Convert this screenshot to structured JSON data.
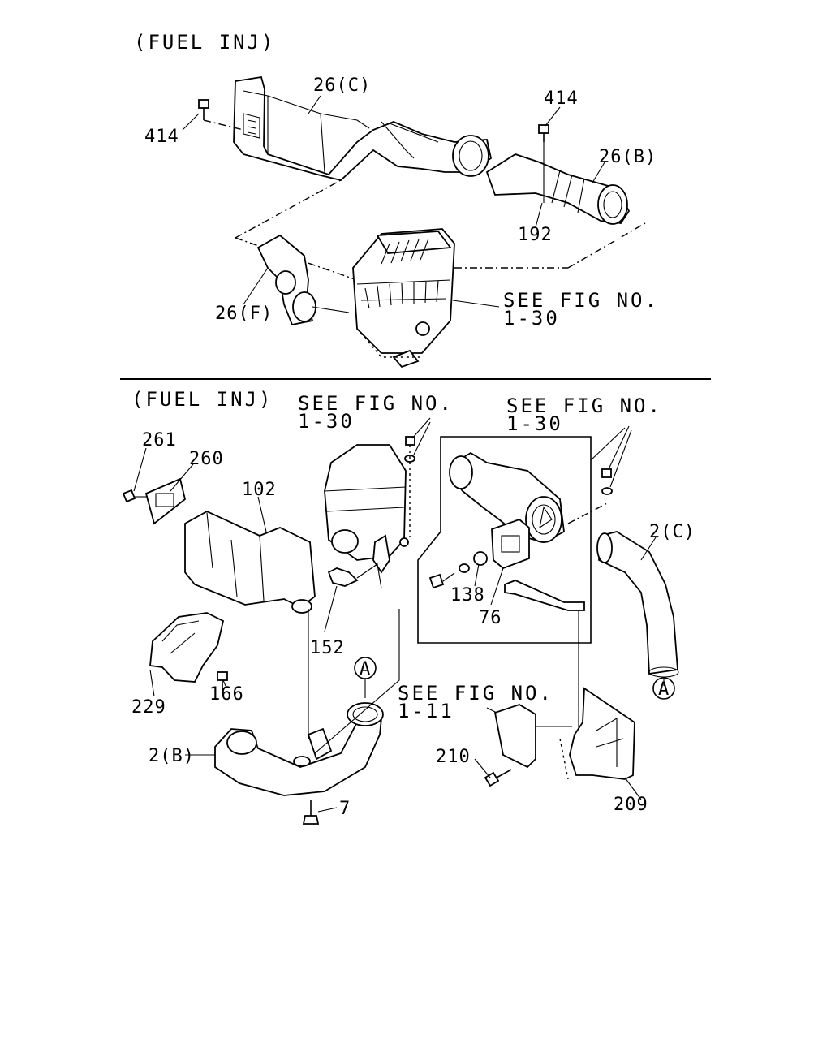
{
  "top_section": {
    "header": "(FUEL INJ)",
    "see_fig": [
      "SEE FIG NO.",
      "1-30"
    ],
    "labels": {
      "p26c": "26(C)",
      "p414_left": "414",
      "p414_right": "414",
      "p26b": "26(B)",
      "p192": "192",
      "p26f": "26(F)"
    }
  },
  "bottom_section": {
    "header": "(FUEL INJ)",
    "see_fig_a": [
      "SEE FIG NO.",
      "1-30"
    ],
    "see_fig_b": [
      "SEE FIG NO.",
      "1-30"
    ],
    "see_fig_c": [
      "SEE FIG NO.",
      "1-11"
    ],
    "labels": {
      "p261": "261",
      "p260": "260",
      "p102": "102",
      "p2c": "2(C)",
      "p138": "138",
      "p76": "76",
      "p152": "152",
      "p166": "166",
      "p229": "229",
      "p2b": "2(B)",
      "p7": "7",
      "p210": "210",
      "p209": "209",
      "ref_a1": "A",
      "ref_a2": "A"
    }
  }
}
